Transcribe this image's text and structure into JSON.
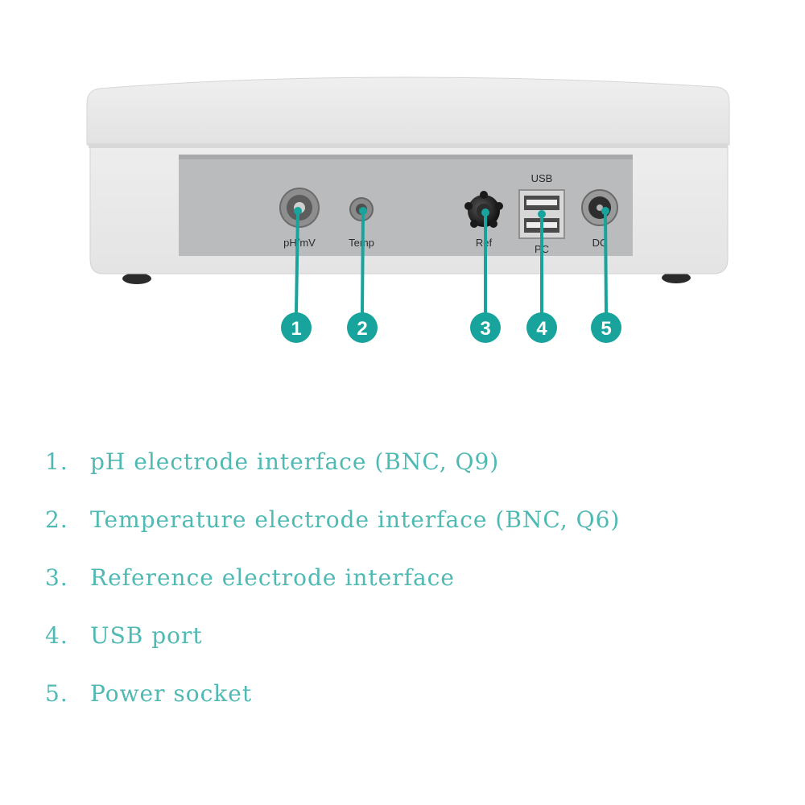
{
  "accent_color": "#18a49c",
  "text_color": "#4fb9b4",
  "ports": [
    {
      "number": "1",
      "label": "pH/mV"
    },
    {
      "number": "2",
      "label": "Temp"
    },
    {
      "number": "3",
      "label": "Ref"
    },
    {
      "number": "4",
      "label": "PC",
      "top_label": "USB"
    },
    {
      "number": "5",
      "label": "DC"
    }
  ],
  "legend": [
    {
      "number": "1.",
      "text": "pH electrode interface (BNC, Q9)"
    },
    {
      "number": "2.",
      "text": "Temperature electrode interface (BNC, Q6)"
    },
    {
      "number": "3.",
      "text": "Reference electrode interface"
    },
    {
      "number": "4.",
      "text": "USB port"
    },
    {
      "number": "5.",
      "text": "Power socket"
    }
  ]
}
